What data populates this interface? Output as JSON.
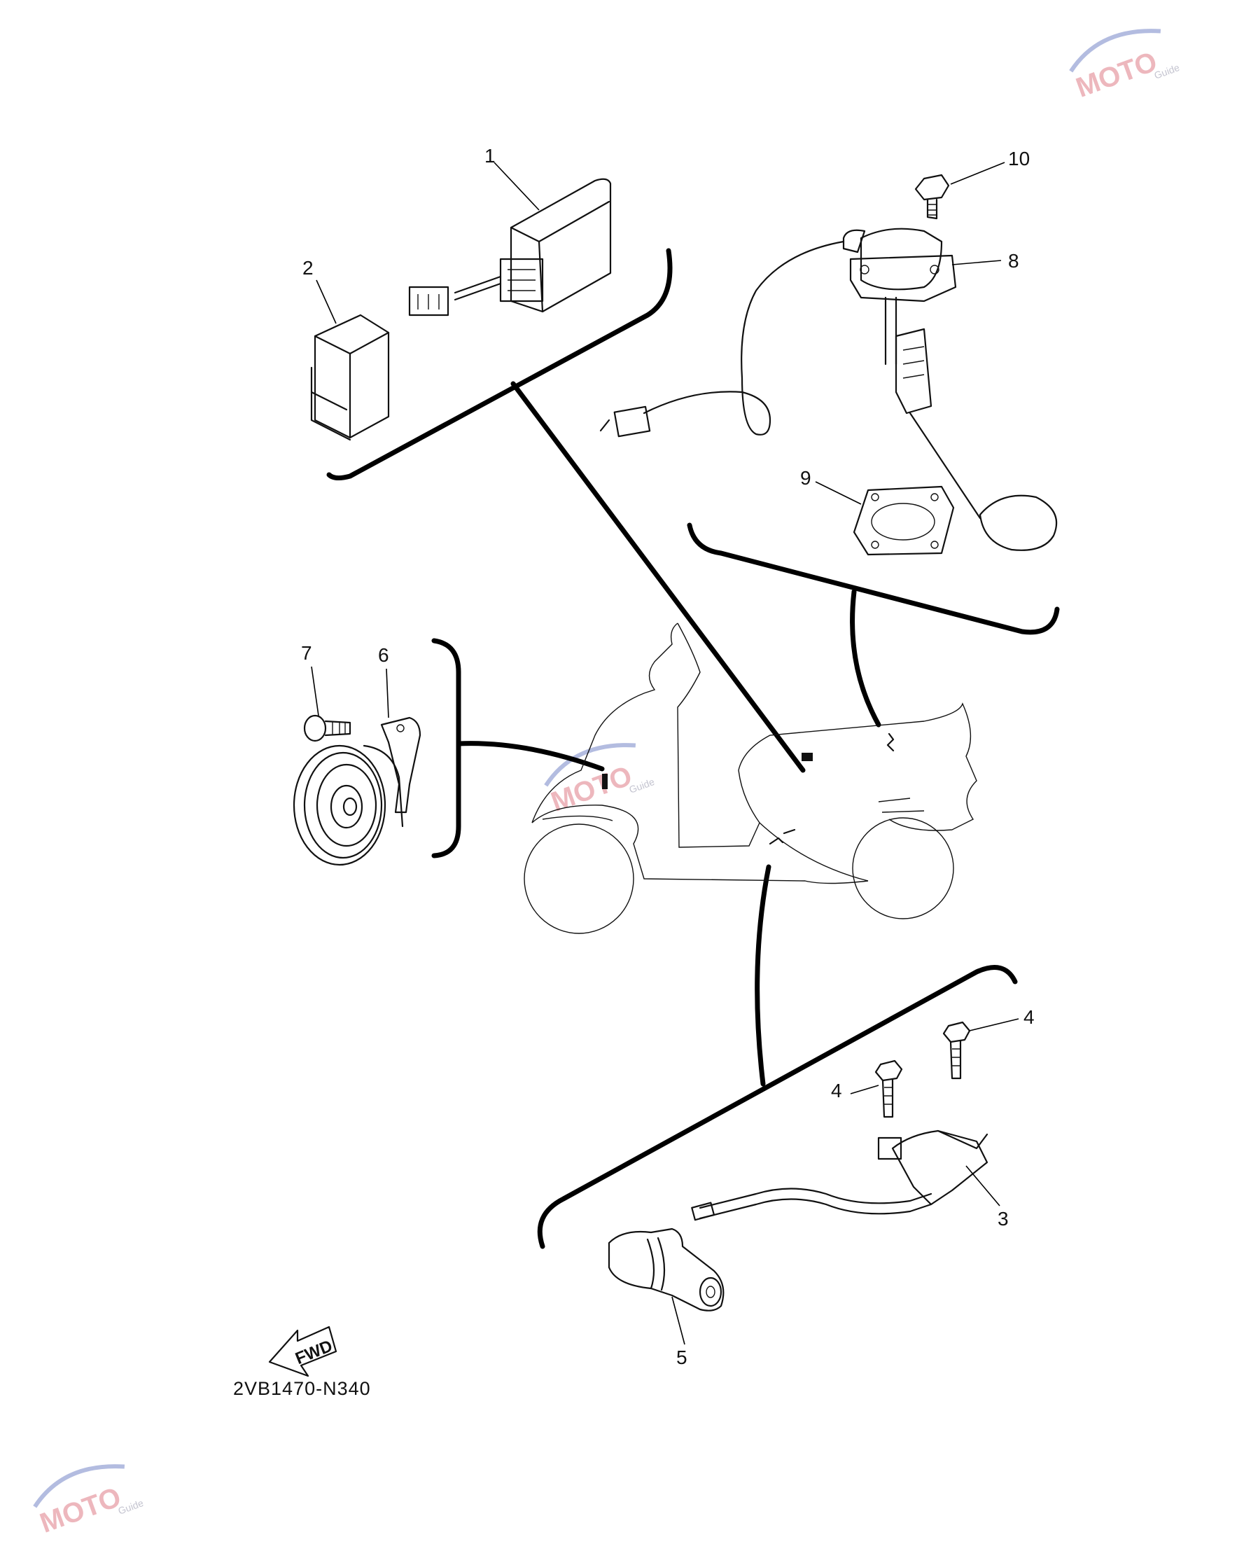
{
  "callouts": {
    "n1": "1",
    "n2": "2",
    "n3": "3",
    "n4a": "4",
    "n4b": "4",
    "n5": "5",
    "n6": "6",
    "n7": "7",
    "n8": "8",
    "n9": "9",
    "n10": "10"
  },
  "diagram_code": "2VB1470-N340",
  "fwd_label": "FWD",
  "watermark": {
    "brand": "MOTO",
    "tagline": "Guide"
  },
  "colors": {
    "ink": "#111111",
    "watermark_red": "#e8a0a8",
    "watermark_blue": "#9aa6d6"
  },
  "icons": [
    "fwd-arrow-icon",
    "moto-guide-logo-icon"
  ]
}
